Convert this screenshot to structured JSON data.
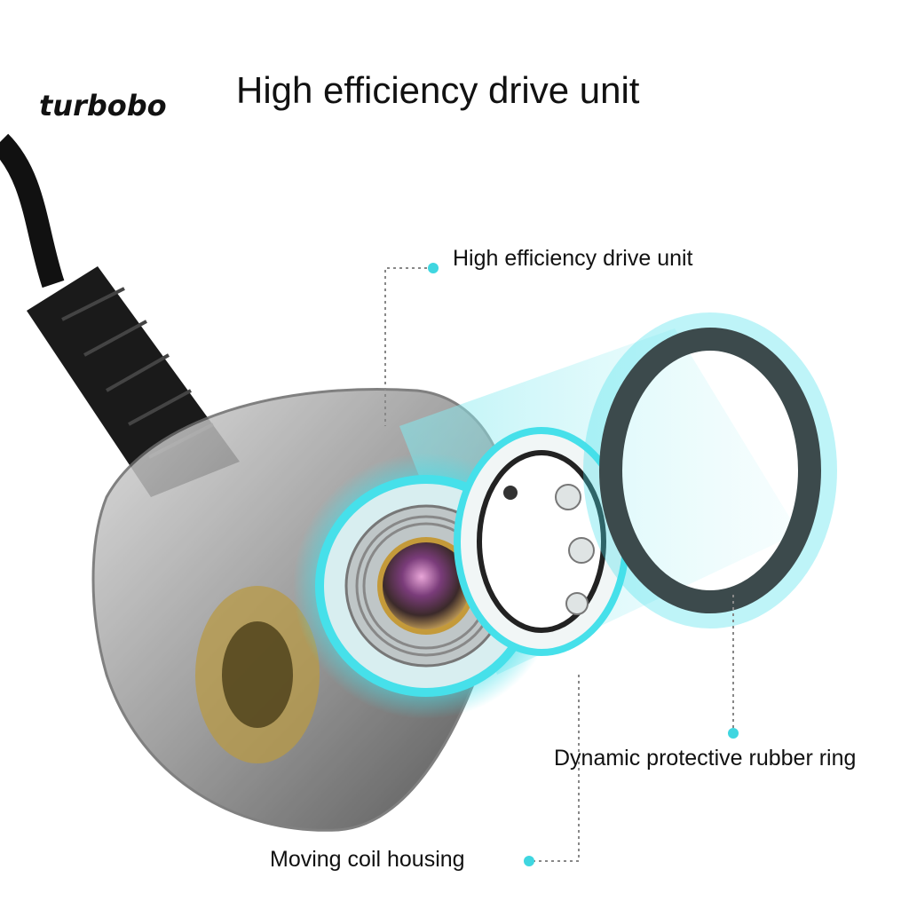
{
  "brand": "turbobo",
  "headline": "High efficiency drive unit",
  "callouts": {
    "drive_unit": "High efficiency drive unit",
    "rubber_ring": "Dynamic protective rubber ring",
    "coil_housing": "Moving coil housing"
  },
  "colors": {
    "glow": "#46e0ea",
    "ring": "#3c4a4c",
    "dot": "#3fd6e0"
  }
}
